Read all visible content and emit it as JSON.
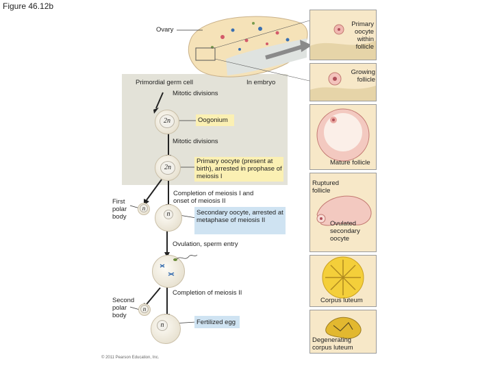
{
  "figure_title": "Figure 46.12b",
  "labels": {
    "ovary": "Ovary",
    "primordial": "Primordial germ cell",
    "in_embryo": "In embryo",
    "mitotic1": "Mitotic divisions",
    "oogonium": "Oogonium",
    "mitotic2": "Mitotic divisions",
    "primary_oocyte": "Primary oocyte (present at birth), arrested in prophase of meiosis I",
    "completion1": "Completion of meiosis I and onset of meiosis II",
    "first_polar": "First polar body",
    "secondary_oocyte": "Secondary oocyte, arrested at metaphase of meiosis II",
    "ovulation": "Ovulation, sperm entry",
    "completion2": "Completion of meiosis II",
    "second_polar": "Second polar body",
    "fertilized": "Fertilized egg",
    "copyright": "© 2011 Pearson Education, Inc."
  },
  "ploidy": {
    "oogonium": "2n",
    "primary": "2n",
    "first_polar": "n",
    "secondary": "n",
    "second_polar": "n",
    "egg": "n"
  },
  "stages": {
    "primary_follicle": "Primary oocyte within follicle",
    "growing": "Growing follicle",
    "mature": "Mature follicle",
    "ruptured": "Ruptured follicle",
    "ovulated": "Ovulated secondary oocyte",
    "corpus_luteum": "Corpus luteum",
    "degenerating": "Degenerating corpus luteum"
  },
  "colors": {
    "embryo_panel": "#e3e2d8",
    "highlight_yellow": "#fbf0b3",
    "highlight_blue": "#cfe3f2",
    "tissue": "#f7e8c8",
    "follicle_pink": "#e9a7a0",
    "luteum_yellow": "#f4cf3a"
  }
}
